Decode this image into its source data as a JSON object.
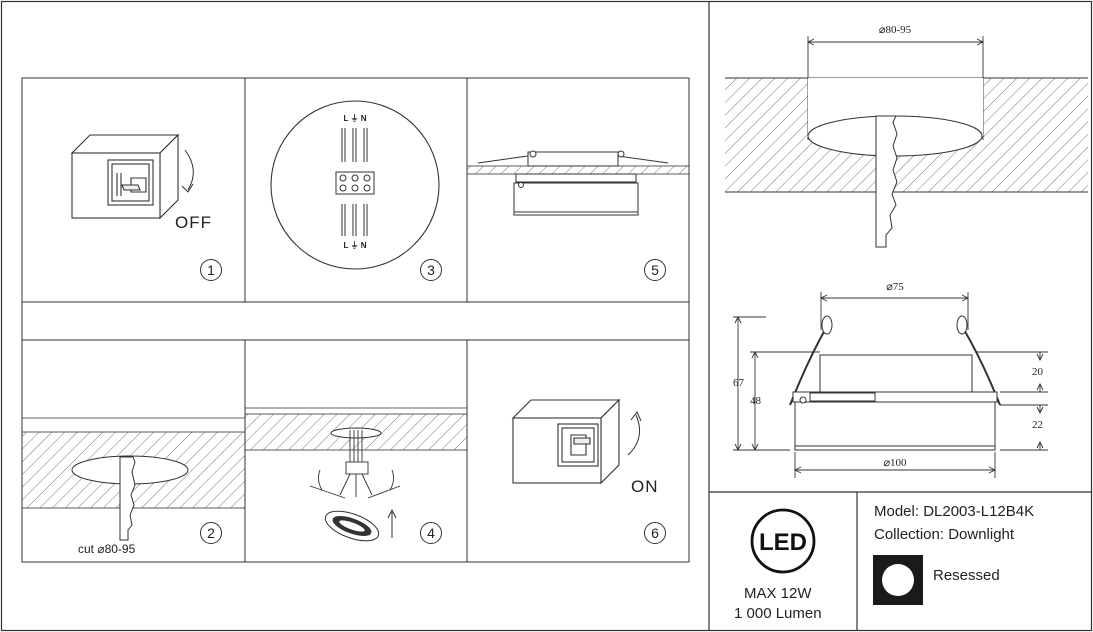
{
  "steps": [
    {
      "number": "1",
      "caption": "OFF"
    },
    {
      "number": "2",
      "caption": "cut ⌀80-95"
    },
    {
      "number": "3",
      "caption": ""
    },
    {
      "number": "4",
      "caption": ""
    },
    {
      "number": "5",
      "caption": ""
    },
    {
      "number": "6",
      "caption": "ON"
    }
  ],
  "terminal_labels": {
    "top": "L ⏚ N",
    "bottom": "L ⏚ N"
  },
  "dimensions": {
    "cutout": "⌀80-95",
    "inner_diameter": "⌀75",
    "outer_diameter": "⌀100",
    "total_height": "67",
    "body_height": "48",
    "spring_height": "20",
    "lip_height": "22"
  },
  "spec": {
    "led_logo": "LED",
    "power": "MAX 12W",
    "lumen": "1 000 Lumen",
    "model": "Model: DL2003-L12B4K",
    "collection": "Collection: Downlight",
    "mounting": "Resessed"
  },
  "colors": {
    "line": "#333333",
    "hatch": "#555555",
    "badge": "#1a1a1a"
  }
}
